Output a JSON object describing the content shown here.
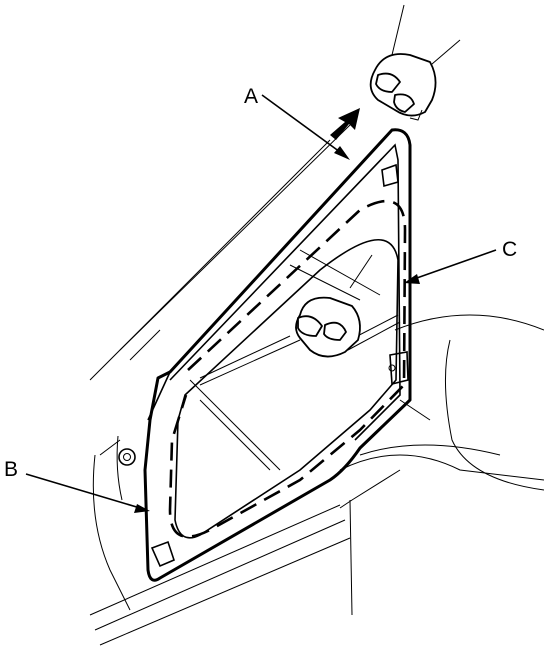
{
  "callouts": {
    "a": "A",
    "b": "B",
    "c": "C"
  },
  "icons": {
    "pull_arrow": "arrow-up-right-icon",
    "upper_hand": "hand-icon",
    "center_hand": "hand-icon"
  }
}
